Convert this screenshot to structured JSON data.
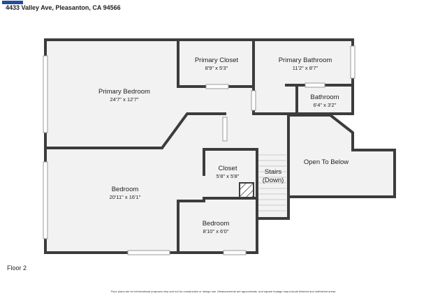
{
  "header": {
    "address": "4433 Valley Ave, Pleasanton, CA 94566"
  },
  "footer": {
    "floor_label": "Floor 2",
    "disclaimer": "Floor plans are for informational purposes only and not for construction or design use. Measurements are approximate, and square footage may include finished and unfinished areas."
  },
  "rooms": {
    "primary_bedroom": {
      "name": "Primary Bedroom",
      "dims": "24'7\" x 12'7\""
    },
    "primary_closet": {
      "name": "Primary Closet",
      "dims": "8'9\" x 5'3\""
    },
    "primary_bathroom": {
      "name": "Primary Bathroom",
      "dims": "11'2\" x 8'7\""
    },
    "bathroom": {
      "name": "Bathroom",
      "dims": "6'4\" x 3'2\""
    },
    "open_to_below": {
      "name": "Open To Below"
    },
    "bedroom_large": {
      "name": "Bedroom",
      "dims": "20'11\" x 16'1\""
    },
    "closet": {
      "name": "Closet",
      "dims": "5'8\" x 5'8\""
    },
    "stairs": {
      "name_line1": "Stairs",
      "name_line2": "(Down)"
    },
    "bedroom_small": {
      "name": "Bedroom",
      "dims": "8'10\" x 6'0\""
    }
  },
  "colors": {
    "floor": "#f2f2f2",
    "wall": "#3c3c3c",
    "window": "#9a9a9a"
  }
}
